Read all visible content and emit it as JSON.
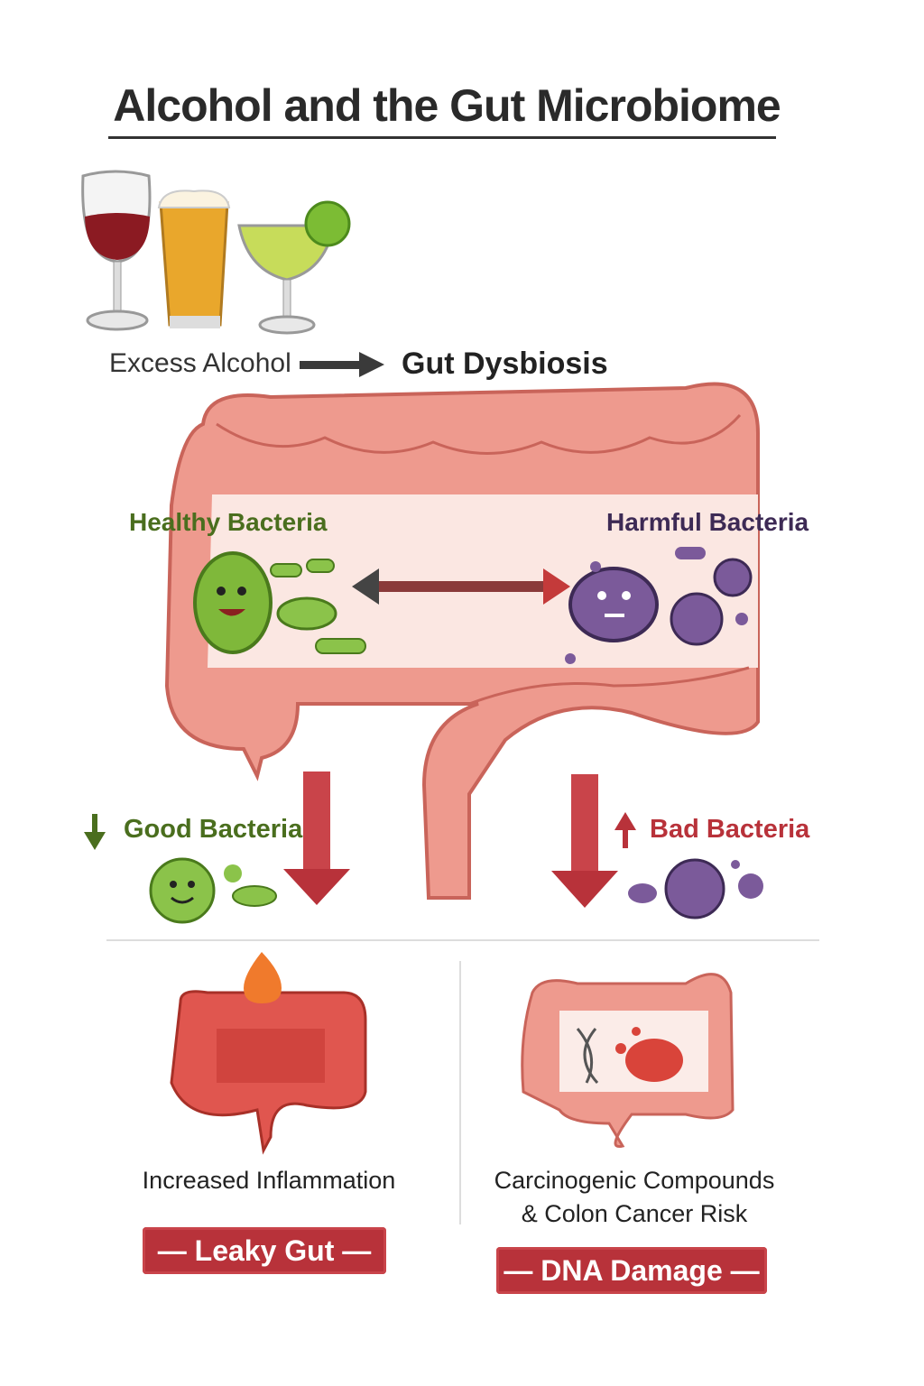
{
  "title": "Alcohol and the Gut Microbiome",
  "flow": {
    "cause": "Excess Alcohol",
    "effect": "Gut Dysbiosis"
  },
  "gut": {
    "healthy_label": "Healthy Bacteria",
    "harmful_label": "Harmful Bacteria"
  },
  "changes": {
    "good": "Good Bacteria",
    "bad": "Bad Bacteria"
  },
  "outcomes": [
    {
      "caption": "Increased Inflammation",
      "banner": "— Leaky Gut —"
    },
    {
      "caption_line1": "Carcinogenic Compounds",
      "caption_line2": "& Colon Cancer Risk",
      "banner": "— DNA Damage —"
    }
  ],
  "colors": {
    "green": "#4a6e1e",
    "purple": "#3d2a55",
    "red": "#b8323a",
    "gut": "#e8857a"
  }
}
